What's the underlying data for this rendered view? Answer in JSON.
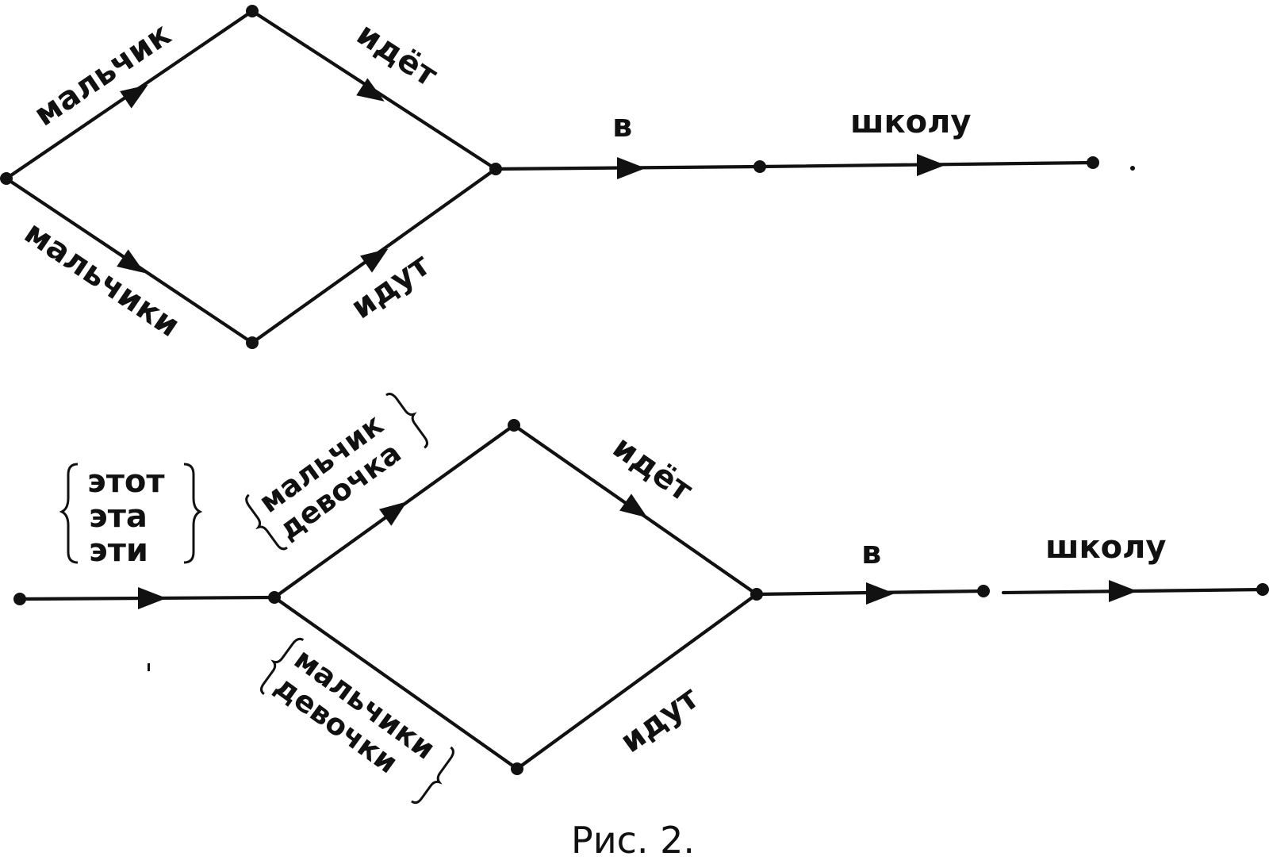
{
  "caption": "Рис. 2.",
  "graph_top": {
    "label_boy": "мальчик",
    "label_goes": "идёт",
    "label_boys": "мальчики",
    "label_go": "идут",
    "label_to": "в",
    "label_school": "школу"
  },
  "graph_bottom": {
    "determiners": [
      "этот",
      "эта",
      "эти"
    ],
    "nouns_singular": [
      "мальчик",
      "девочка"
    ],
    "nouns_plural": [
      "мальчики",
      "девочки"
    ],
    "label_goes": "идёт",
    "label_go": "идут",
    "label_to": "в",
    "label_school": "школу"
  }
}
